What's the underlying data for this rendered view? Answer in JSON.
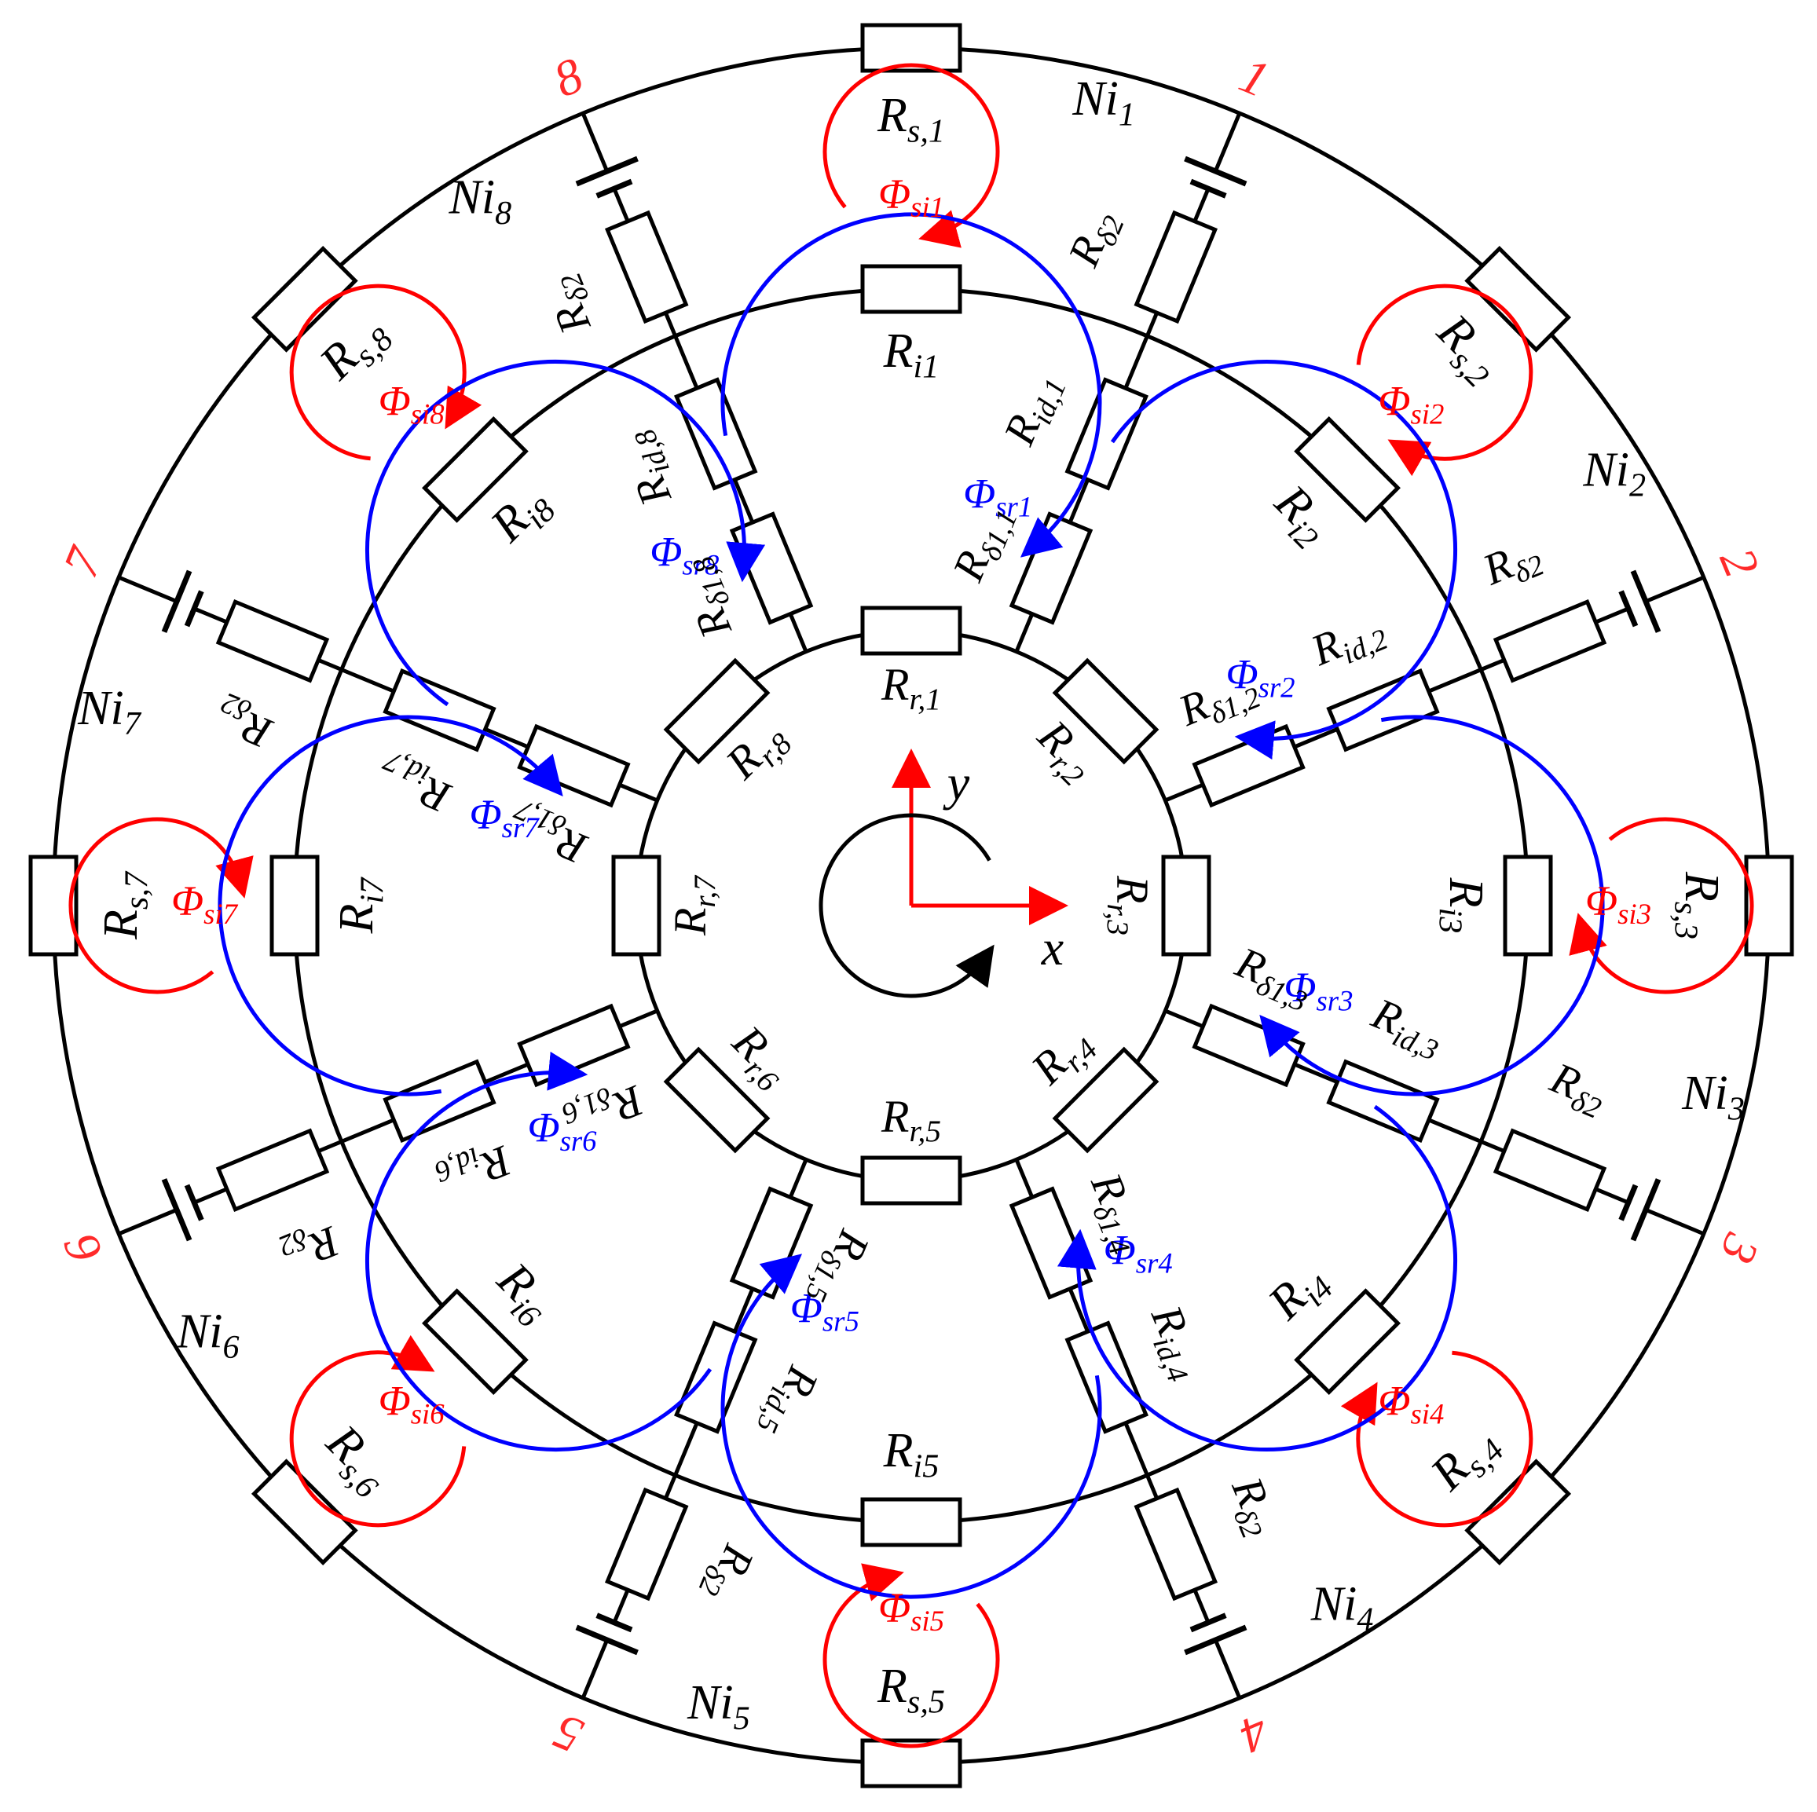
{
  "colors": {
    "stroke": "#000000",
    "tooth_index": "#ff2a2a",
    "stator_flux": "#ff0000",
    "rotor_flux": "#0000ff",
    "axis": "#ff0000",
    "rotation": "#000000"
  },
  "diagram": {
    "tooth_numbers": [
      "1",
      "2",
      "3",
      "4",
      "5",
      "6",
      "7",
      "8"
    ],
    "teeth": [
      {
        "id": 1,
        "rs": "R",
        "rs_sub": "s,1",
        "ri": "R",
        "ri_sub": "i1",
        "rr": "R",
        "rr_sub": "r,1",
        "src": "Ni",
        "src_sub": "1",
        "rd2": "R",
        "rd2_sub": "δ2",
        "rid": "R",
        "rid_sub": "id,1",
        "rd1": "R",
        "rd1_sub": "δ1,1",
        "phi_si": "Φ",
        "phi_si_sub": "si1",
        "phi_sr": "Φ",
        "phi_sr_sub": "sr1"
      },
      {
        "id": 2,
        "rs": "R",
        "rs_sub": "s,2",
        "ri": "R",
        "ri_sub": "i2",
        "rr": "R",
        "rr_sub": "r,2",
        "src": "Ni",
        "src_sub": "2",
        "rd2": "R",
        "rd2_sub": "δ2",
        "rid": "R",
        "rid_sub": "id,2",
        "rd1": "R",
        "rd1_sub": "δ1,2",
        "phi_si": "Φ",
        "phi_si_sub": "si2",
        "phi_sr": "Φ",
        "phi_sr_sub": "sr2"
      },
      {
        "id": 3,
        "rs": "R",
        "rs_sub": "s,3",
        "ri": "R",
        "ri_sub": "i3",
        "rr": "R",
        "rr_sub": "r,3",
        "src": "Ni",
        "src_sub": "3",
        "rd2": "R",
        "rd2_sub": "δ2",
        "rid": "R",
        "rid_sub": "id,3",
        "rd1": "R",
        "rd1_sub": "δ1,3",
        "phi_si": "Φ",
        "phi_si_sub": "si3",
        "phi_sr": "Φ",
        "phi_sr_sub": "sr3"
      },
      {
        "id": 4,
        "rs": "R",
        "rs_sub": "s,4",
        "ri": "R",
        "ri_sub": "i4",
        "rr": "R",
        "rr_sub": "r,4",
        "src": "Ni",
        "src_sub": "4",
        "rd2": "R",
        "rd2_sub": "δ2",
        "rid": "R",
        "rid_sub": "id,4",
        "rd1": "R",
        "rd1_sub": "δ1,4",
        "phi_si": "Φ",
        "phi_si_sub": "si4",
        "phi_sr": "Φ",
        "phi_sr_sub": "sr4"
      },
      {
        "id": 5,
        "rs": "R",
        "rs_sub": "s,5",
        "ri": "R",
        "ri_sub": "i5",
        "rr": "R",
        "rr_sub": "r,5",
        "src": "Ni",
        "src_sub": "5",
        "rd2": "R",
        "rd2_sub": "δ2",
        "rid": "R",
        "rid_sub": "id,5",
        "rd1": "R",
        "rd1_sub": "δ1,5",
        "phi_si": "Φ",
        "phi_si_sub": "si5",
        "phi_sr": "Φ",
        "phi_sr_sub": "sr5"
      },
      {
        "id": 6,
        "rs": "R",
        "rs_sub": "s,6",
        "ri": "R",
        "ri_sub": "i6",
        "rr": "R",
        "rr_sub": "r,6",
        "src": "Ni",
        "src_sub": "6",
        "rd2": "R",
        "rd2_sub": "δ2",
        "rid": "R",
        "rid_sub": "id,6",
        "rd1": "R",
        "rd1_sub": "δ1,6",
        "phi_si": "Φ",
        "phi_si_sub": "si6",
        "phi_sr": "Φ",
        "phi_sr_sub": "sr6"
      },
      {
        "id": 7,
        "rs": "R",
        "rs_sub": "s,7",
        "ri": "R",
        "ri_sub": "i7",
        "rr": "R",
        "rr_sub": "r,7",
        "src": "Ni",
        "src_sub": "7",
        "rd2": "R",
        "rd2_sub": "δ2",
        "rid": "R",
        "rid_sub": "id,7",
        "rd1": "R",
        "rd1_sub": "δ1,7",
        "phi_si": "Φ",
        "phi_si_sub": "si7",
        "phi_sr": "Φ",
        "phi_sr_sub": "sr7"
      },
      {
        "id": 8,
        "rs": "R",
        "rs_sub": "s,8",
        "ri": "R",
        "ri_sub": "i8",
        "rr": "R",
        "rr_sub": "r,8",
        "src": "Ni",
        "src_sub": "8",
        "rd2": "R",
        "rd2_sub": "δ2",
        "rid": "R",
        "rid_sub": "id,8",
        "rd1": "R",
        "rd1_sub": "δ1,8",
        "phi_si": "Φ",
        "phi_si_sub": "si8",
        "phi_sr": "Φ",
        "phi_sr_sub": "sr8"
      }
    ],
    "axes": {
      "x_label": "x",
      "y_label": "y"
    }
  }
}
